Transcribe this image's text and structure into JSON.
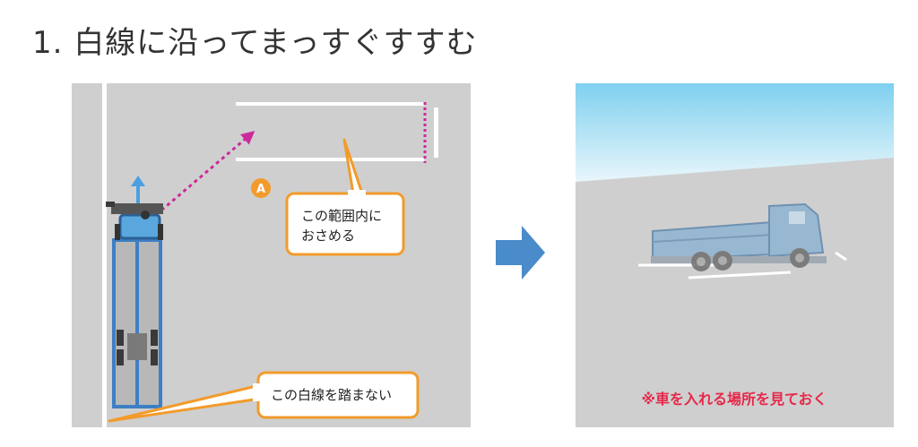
{
  "heading": "1. 白線に沿ってまっすぐすすむ",
  "diagram": {
    "badge_label": "A",
    "callout_range": [
      "この範囲内に",
      "おさめる"
    ],
    "callout_line": "この白線を踏まない"
  },
  "result": {
    "note": "※車を入れる場所を見ておく"
  },
  "colors": {
    "ground": "#cfcfcf",
    "truck_blue": "#3d7fc4",
    "accent_orange": "#f29b2b",
    "guide_magenta": "#cc2a9b",
    "arrow_blue": "#4a8bc9",
    "note_red": "#e6284a"
  }
}
